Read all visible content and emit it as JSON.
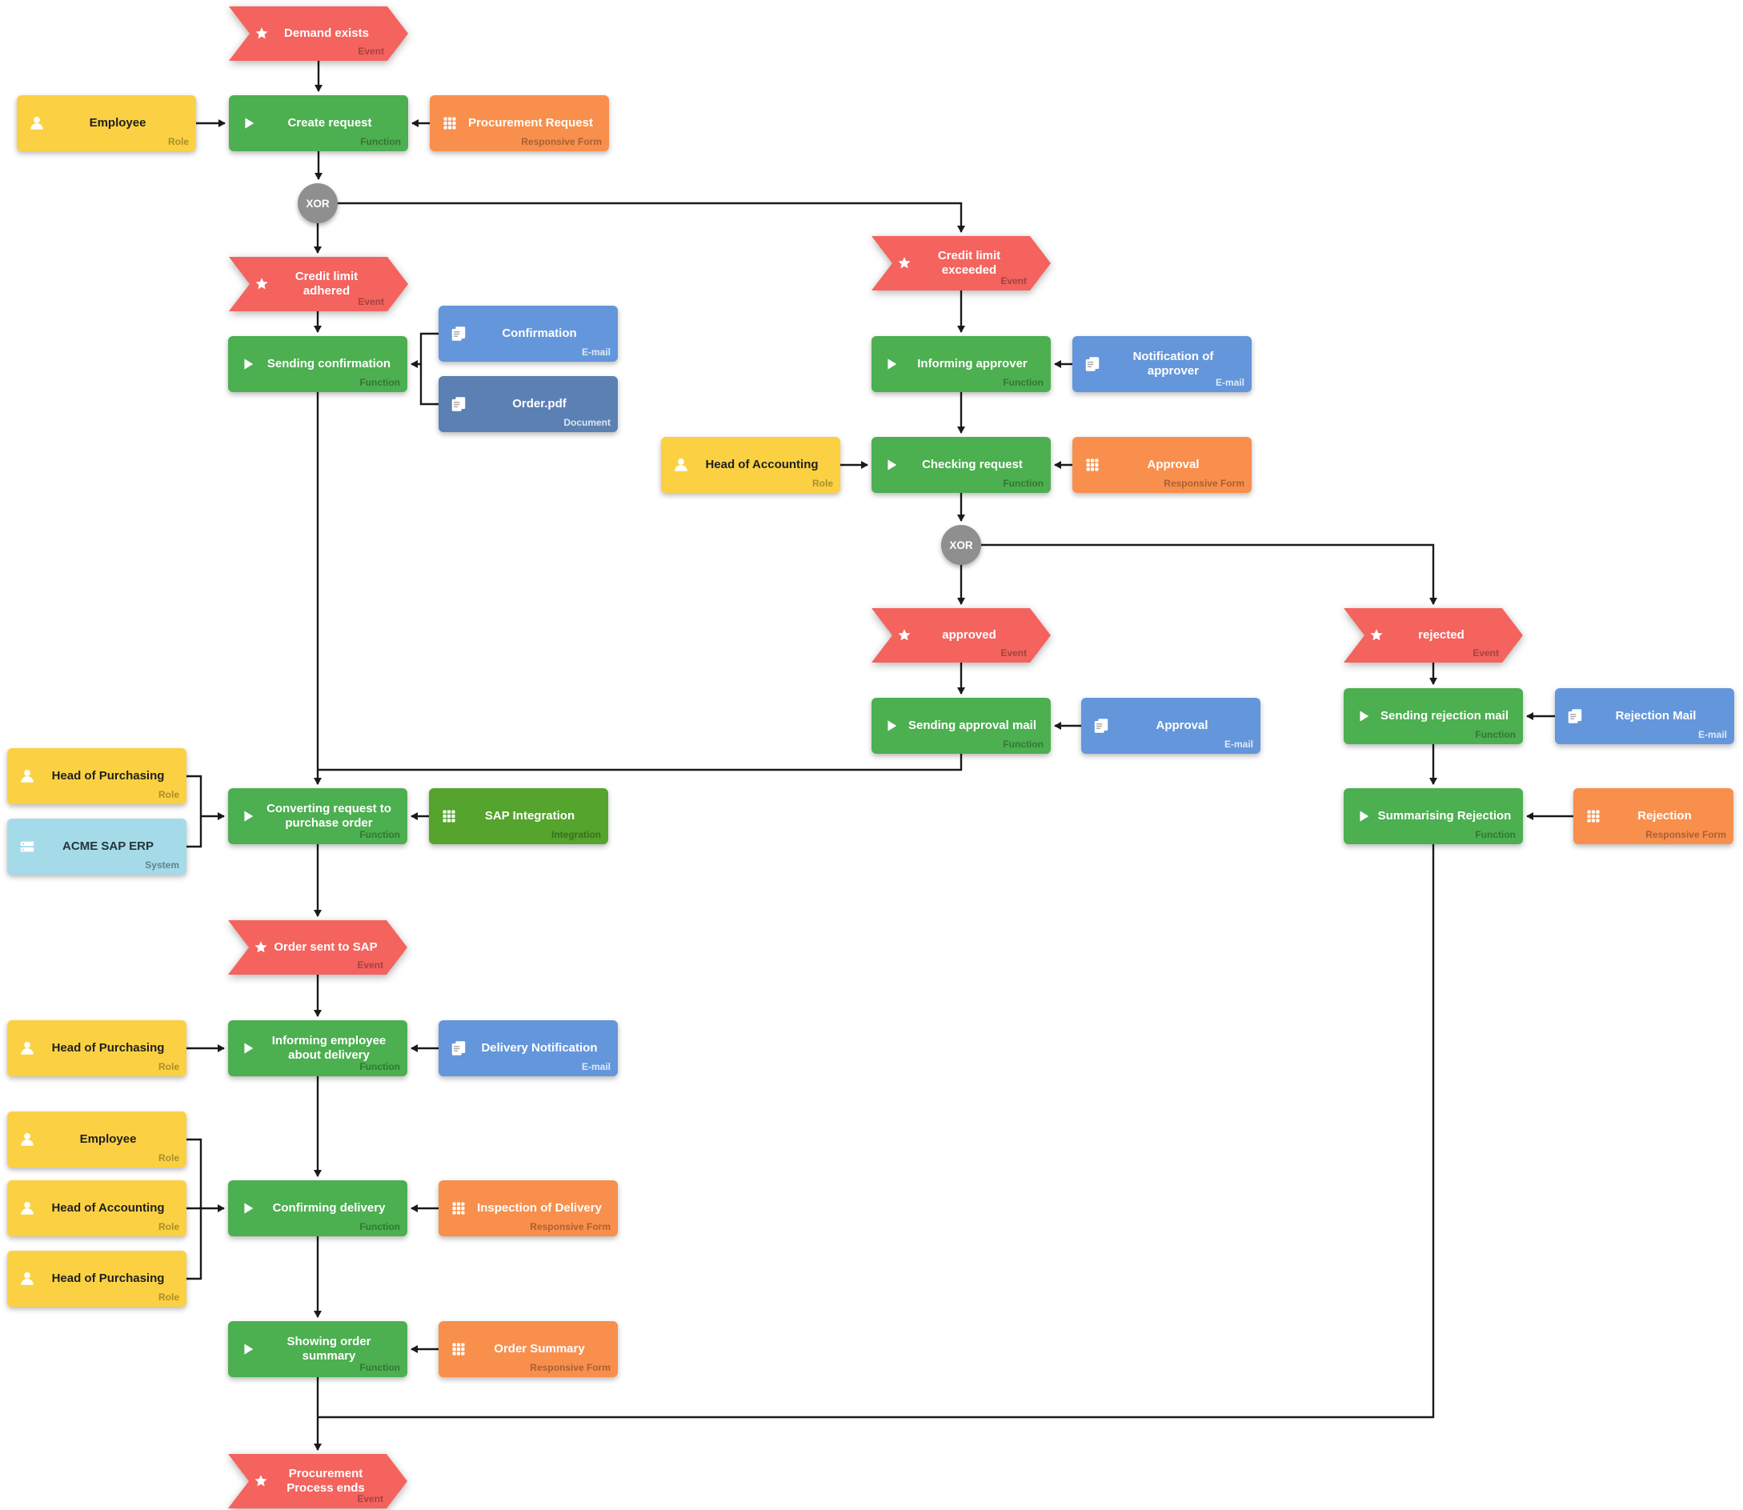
{
  "diagram": {
    "title": "Procurement process EPC diagram"
  },
  "colors": {
    "event_red": "#F4635E",
    "function_green": "#4CAF50",
    "integration_green": "#55A42D",
    "role_yellow": "#FBD143",
    "email_blue": "#6496DB",
    "document_blue": "#5B80B4",
    "form_orange": "#F88F4D",
    "form_tag_lavender": "#C9B5EC",
    "system_cyan": "#A5DBE8",
    "connector_gray": "#8F8F8F",
    "edge_black": "#1A1A1A"
  },
  "connectors": {
    "xor_1": {
      "label": "XOR"
    },
    "xor_2": {
      "label": "XOR"
    }
  },
  "nodes": {
    "demand_exists": {
      "label": "Demand exists",
      "type": "Event"
    },
    "employee_1": {
      "label": "Employee",
      "type": "Role"
    },
    "create_request": {
      "label": "Create request",
      "type": "Function"
    },
    "procurement_request": {
      "label": "Procurement Request",
      "type": "Responsive Form"
    },
    "credit_limit_adhered": {
      "label": "Credit limit adhered",
      "type": "Event"
    },
    "sending_confirmation": {
      "label": "Sending confirmation",
      "type": "Function"
    },
    "confirmation": {
      "label": "Confirmation",
      "type": "E-mail"
    },
    "order_pdf": {
      "label": "Order.pdf",
      "type": "Document"
    },
    "credit_limit_exceeded": {
      "label": "Credit limit exceeded",
      "type": "Event"
    },
    "informing_approver": {
      "label": "Informing approver",
      "type": "Function"
    },
    "notification_of_approver": {
      "label": "Notification of approver",
      "type": "E-mail"
    },
    "head_of_accounting_1": {
      "label": "Head of Accounting",
      "type": "Role"
    },
    "checking_request": {
      "label": "Checking request",
      "type": "Function"
    },
    "approval_form": {
      "label": "Approval",
      "type": "Responsive Form"
    },
    "approved": {
      "label": "approved",
      "type": "Event"
    },
    "rejected": {
      "label": "rejected",
      "type": "Event"
    },
    "sending_approval_mail": {
      "label": "Sending approval mail",
      "type": "Function"
    },
    "approval_mail": {
      "label": "Approval",
      "type": "E-mail"
    },
    "sending_rejection_mail": {
      "label": "Sending rejection mail",
      "type": "Function"
    },
    "rejection_mail": {
      "label": "Rejection Mail",
      "type": "E-mail"
    },
    "summarising_rejection": {
      "label": "Summarising Rejection",
      "type": "Function"
    },
    "rejection_form": {
      "label": "Rejection",
      "type": "Responsive Form"
    },
    "head_of_purchasing_1": {
      "label": "Head of Purchasing",
      "type": "Role"
    },
    "acme_sap_erp": {
      "label": "ACME SAP ERP",
      "type": "System"
    },
    "converting_request": {
      "label": "Converting request to purchase order",
      "type": "Function"
    },
    "sap_integration": {
      "label": "SAP Integration",
      "type": "Integration"
    },
    "order_sent_to_sap": {
      "label": "Order sent to SAP",
      "type": "Event"
    },
    "head_of_purchasing_2": {
      "label": "Head of Purchasing",
      "type": "Role"
    },
    "informing_employee": {
      "label": "Informing employee about delivery",
      "type": "Function"
    },
    "delivery_notification": {
      "label": "Delivery Notification",
      "type": "E-mail"
    },
    "employee_2": {
      "label": "Employee",
      "type": "Role"
    },
    "head_of_accounting_2": {
      "label": "Head of Accounting",
      "type": "Role"
    },
    "head_of_purchasing_3": {
      "label": "Head of Purchasing",
      "type": "Role"
    },
    "confirming_delivery": {
      "label": "Confirming delivery",
      "type": "Function"
    },
    "inspection_of_delivery": {
      "label": "Inspection of Delivery",
      "type": "Responsive Form"
    },
    "showing_order_summary": {
      "label": "Showing order summary",
      "type": "Function"
    },
    "order_summary": {
      "label": "Order Summary",
      "type": "Responsive Form"
    },
    "procurement_process_ends": {
      "label": "Procurement Process ends",
      "type": "Event"
    }
  }
}
